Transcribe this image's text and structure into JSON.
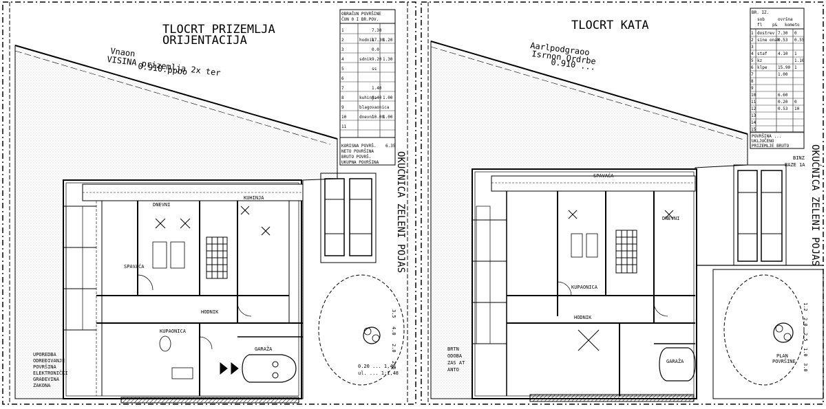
{
  "left_sheet": {
    "title_lines": [
      "TLOCRT PRIZEMLJA",
      "ORIJENTACIJA"
    ],
    "subtitle_lines": [
      "Vnaon",
      "VISINA prizemlja 2x ter",
      "0.910.ppbo"
    ],
    "table_header": [
      "OBRAČUN POVRŠINE",
      "ČUN 0 I BR.POV."
    ],
    "table_rows": [
      [
        "1",
        "",
        "7.30"
      ],
      [
        "2",
        "hodnik",
        "17.30",
        "1.20"
      ],
      [
        "3",
        "",
        "0.0"
      ],
      [
        "4",
        "sdnik",
        "9.20",
        "1.30"
      ],
      [
        "5",
        "",
        "ss"
      ],
      [
        "6",
        "",
        ""
      ],
      [
        "7",
        "",
        "1.40"
      ],
      [
        "8",
        "kuhinja",
        "8.40",
        "1.00"
      ],
      [
        "9",
        "blagovaonica",
        ""
      ],
      [
        "10",
        "dnevni",
        "10.00",
        "1.00"
      ],
      [
        "11",
        "",
        ""
      ]
    ],
    "table_footer": [
      "KORISNA POVRŠ.",
      "NETO POVRŠINA",
      "BRUTO POVRŠ.",
      "UKUPNA POVRŠINA"
    ],
    "table_footer_value": "6.35",
    "room_labels": [
      "DNEVNI",
      "KUHINJA",
      "HODNIK",
      "SPAVAĆA",
      "KUPAONICA",
      "GARAŽA"
    ],
    "vertical_text": "OKUĆNICA ZELENI POJAS",
    "vertical_dims": [
      "3.5",
      "4.0",
      "2.0",
      "2.5"
    ],
    "legend_lines": [
      "UPOREDBA",
      "ODREĐIVANJE",
      "POVRŠINA",
      "ELEKTRONIČKI",
      "GRAĐEVINA",
      "ZAKONA"
    ],
    "scale_note": [
      "0.20 ... 1,48",
      "ul. ... 1:1,48"
    ]
  },
  "right_sheet": {
    "title_lines": [
      "TLOCRT KATA"
    ],
    "subtitle_lines": [
      "Aarlpodgraoo",
      "Isrnon Ordrbe",
      "0.910 ..."
    ],
    "table_header": [
      "BR. IZ.",
      "sob",
      "ovršna",
      "fl",
      "p&",
      "kometo"
    ],
    "table_rows": [
      [
        "1",
        "dostrev",
        "7.30",
        "0"
      ],
      [
        "2",
        "sine onak",
        "0.53",
        "0.55"
      ],
      [
        "3",
        "",
        ""
      ],
      [
        "4",
        "staf",
        "4.10",
        "1"
      ],
      [
        "5",
        "kz",
        "",
        "1.10"
      ],
      [
        "6",
        "klpe",
        "15.90",
        "1"
      ],
      [
        "7",
        "",
        "1.00"
      ],
      [
        "8",
        "",
        ""
      ],
      [
        "9",
        "",
        ""
      ],
      [
        "10",
        "",
        "6.60"
      ],
      [
        "11",
        "",
        "0.20",
        "0"
      ],
      [
        "12",
        "",
        "0.53",
        "10"
      ],
      [
        "13",
        "",
        ""
      ],
      [
        "14",
        "",
        ""
      ],
      [
        "15",
        "",
        ""
      ]
    ],
    "table_footer": [
      "POVRŠINA ...",
      "UKLJUČENO",
      "PRIZEMLJE BRUTO"
    ],
    "side_text": [
      "BINZ",
      "BAZE 1A"
    ],
    "room_labels": [
      "SPAVAĆA",
      "KUPAONICA",
      "HODNIK",
      "GARAŽA",
      "DNEVNI"
    ],
    "vertical_text": "OKUĆNICA ZELENI POJAS",
    "vertical_dims": [
      "1.2",
      "2.0",
      "2.5",
      "1.0",
      "3.0"
    ],
    "legend_lines": [
      "BRTN",
      "ODOBA",
      "ZAS AT",
      "ANTO"
    ],
    "tree_label": [
      "PLAN",
      "POVRŠINE"
    ]
  },
  "colors": {
    "ink": "#000000",
    "paper": "#ffffff",
    "hatch": "#d9d9d9"
  }
}
